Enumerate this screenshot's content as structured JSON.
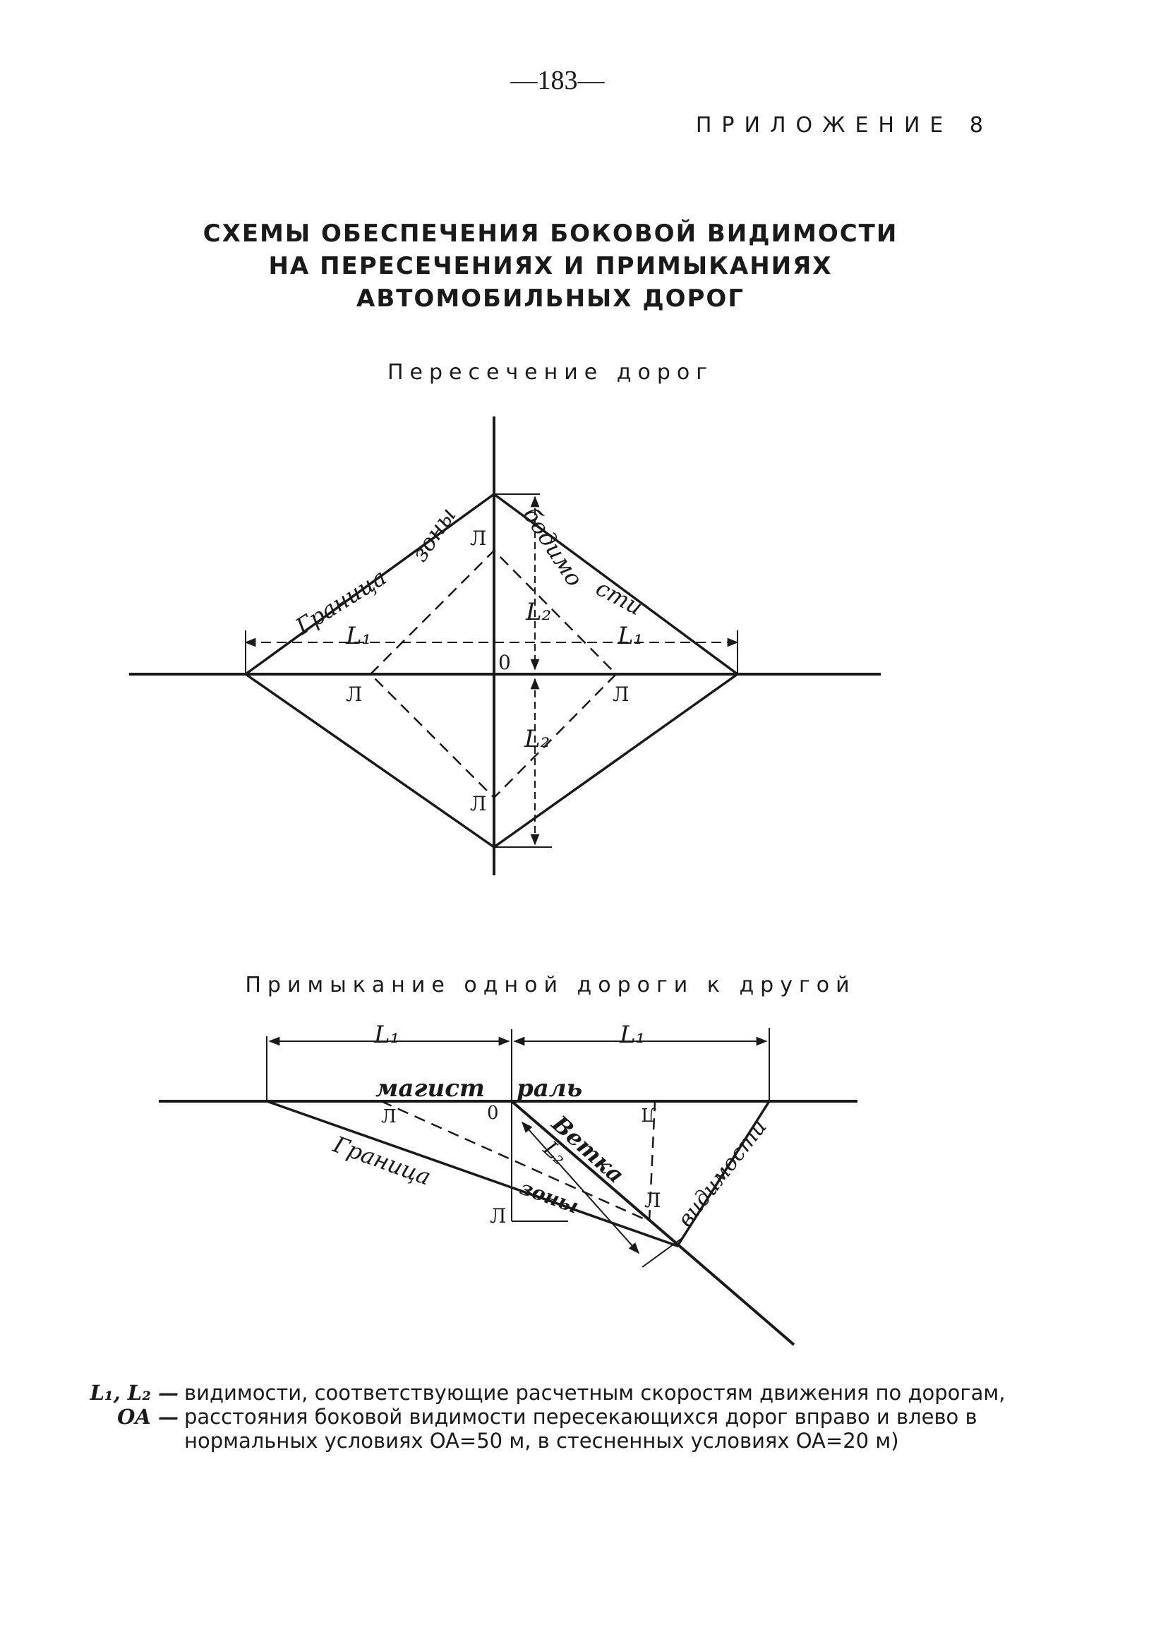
{
  "page": {
    "number": "—183—",
    "appendix": "ПРИЛОЖЕНИЕ 8"
  },
  "title": {
    "line1": "СХЕМЫ ОБЕСПЕЧЕНИЯ БОКОВОЙ ВИДИМОСТИ",
    "line2": "НА ПЕРЕСЕЧЕНИЯХ И ПРИМЫКАНИЯХ",
    "line3": "АВТОМОБИЛЬНЫХ ДОРОГ"
  },
  "figure1": {
    "caption": "Пересечение дорог",
    "labels": {
      "boundary": "Граница",
      "zone": "зоны",
      "visibility_1": "бодимо",
      "visibility_2": "сти",
      "L1": "L₁",
      "L2": "L₂",
      "origin": "0",
      "point": "Л"
    }
  },
  "figure2": {
    "caption": "Примыкание одной дороги к другой",
    "labels": {
      "highway_1": "магист",
      "highway_2": "раль",
      "branch": "Ветка",
      "boundary": "Граница",
      "zone": "зоны",
      "visibility": "видимости",
      "L1": "L₁",
      "L2": "L₂",
      "origin": "0",
      "point": "Л"
    }
  },
  "legend": [
    {
      "symbol": "L₁, L₂ —",
      "text": "видимости, соответствующие расчетным скоростям движения по дорогам,"
    },
    {
      "symbol": "OA —",
      "text": "расстояния боковой видимости пересекающихся дорог вправо и влево в нормальных условиях OA=50 м, в стесненных условиях OA=20 м)"
    }
  ]
}
